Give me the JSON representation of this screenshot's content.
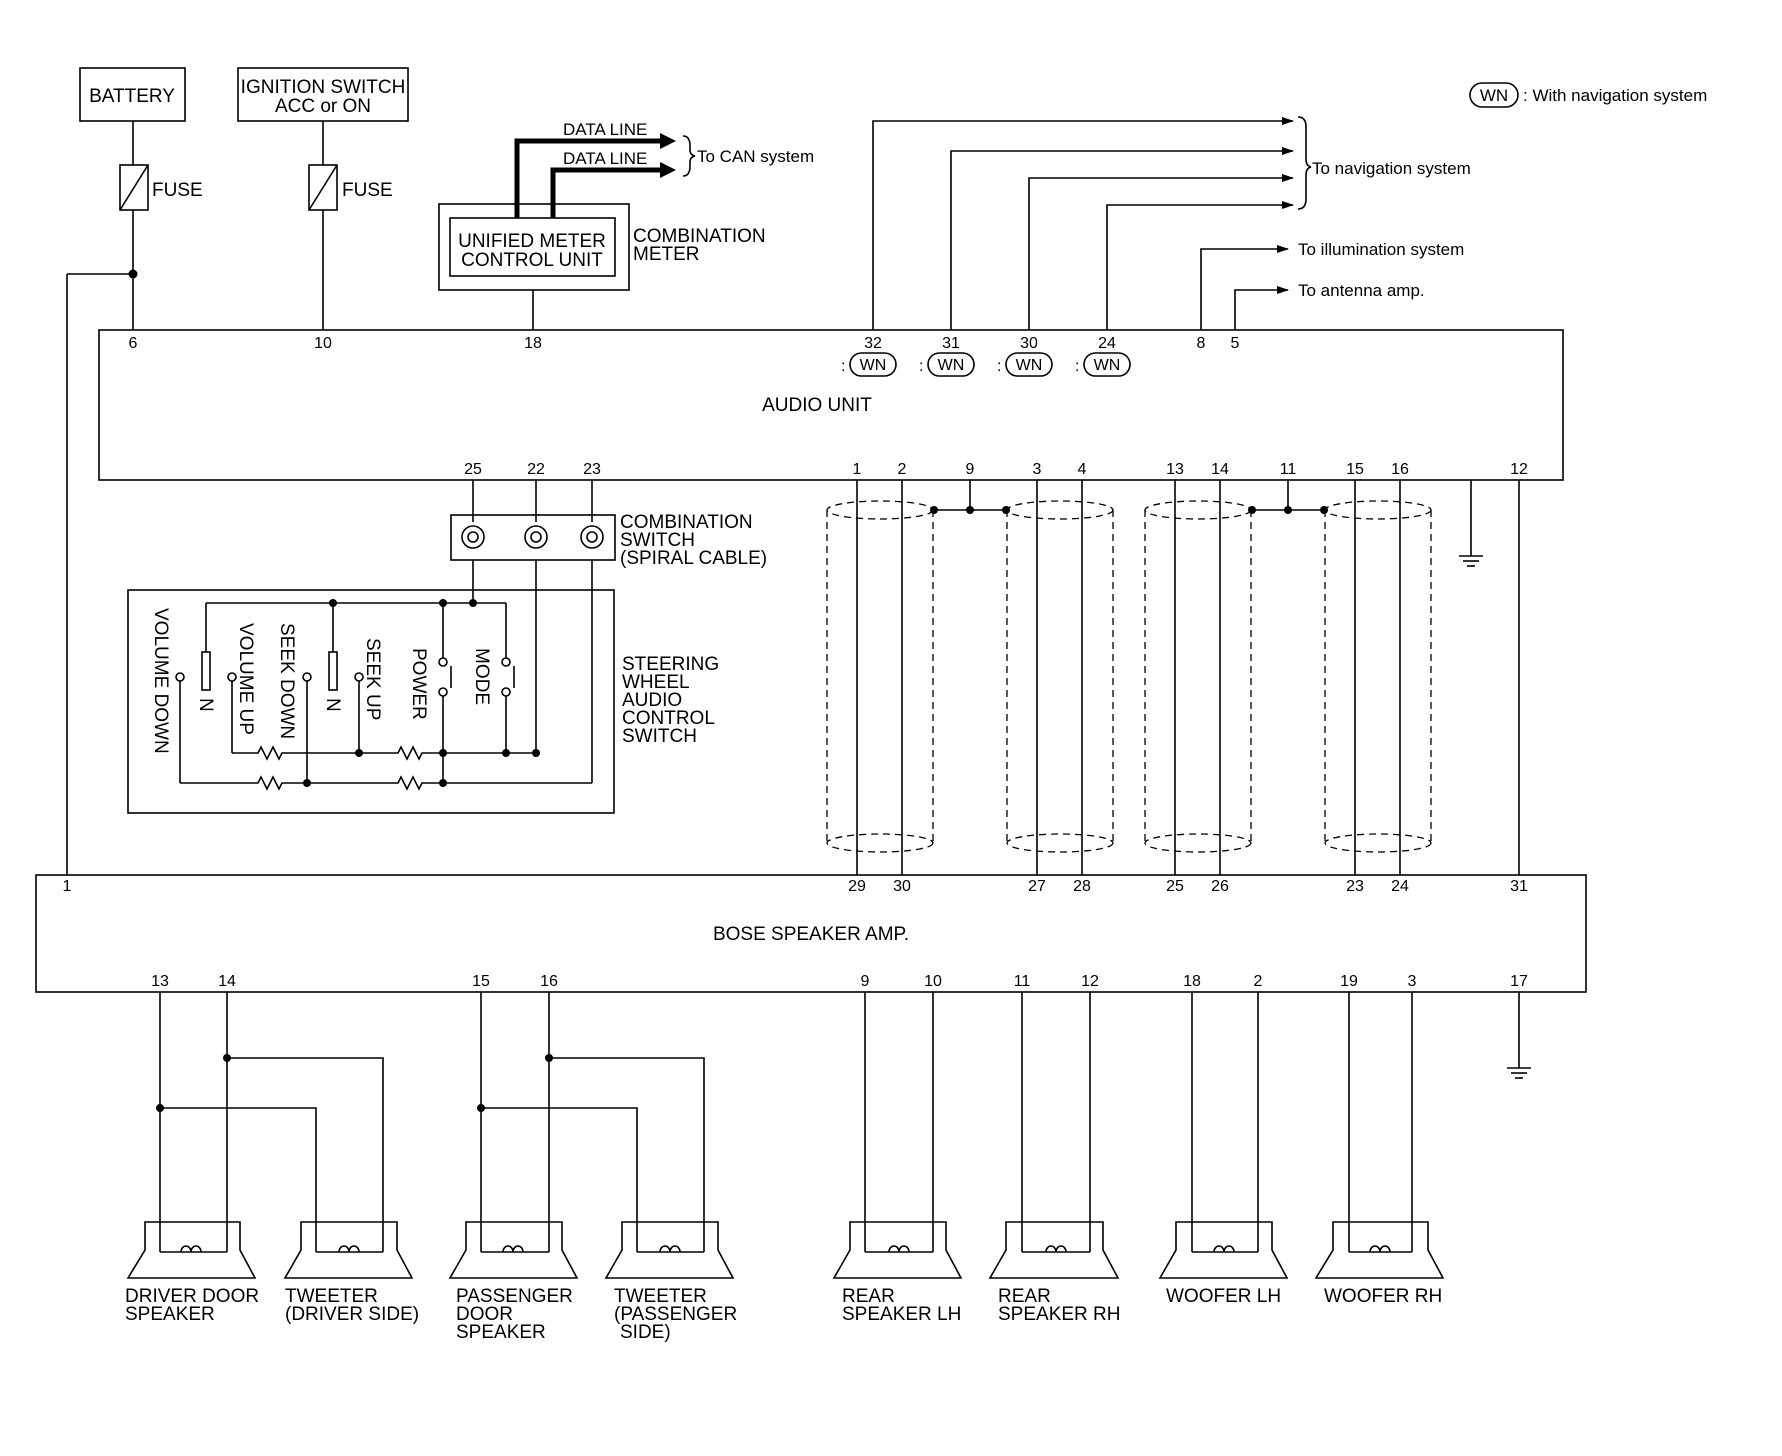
{
  "legend": {
    "badge": "WN",
    "text": ": With navigation system"
  },
  "blocks": {
    "battery": "BATTERY",
    "ignition_line1": "IGNITION SWITCH",
    "ignition_line2": "ACC or ON",
    "fuse": "FUSE",
    "umcu_line1": "UNIFIED METER",
    "umcu_line2": "CONTROL UNIT",
    "combination_meter_line1": "COMBINATION",
    "combination_meter_line2": "METER",
    "data_line": "DATA LINE",
    "to_can": "To CAN system",
    "to_navigation": "To navigation system",
    "to_illumination": "To illumination system",
    "to_antenna": "To antenna amp.",
    "audio_unit": "AUDIO UNIT",
    "combination_switch_line1": "COMBINATION",
    "combination_switch_line2": "SWITCH",
    "combination_switch_line3": "(SPIRAL CABLE)",
    "steering_line1": "STEERING",
    "steering_line2": "WHEEL",
    "steering_line3": "AUDIO",
    "steering_line4": "CONTROL",
    "steering_line5": "SWITCH",
    "bose_amp": "BOSE SPEAKER AMP."
  },
  "switch_labels": {
    "volume_down": "VOLUME DOWN",
    "n1": "N",
    "volume_up": "VOLUME UP",
    "seek_down": "SEEK DOWN",
    "n2": "N",
    "seek_up": "SEEK UP",
    "power": "POWER",
    "mode": "MODE"
  },
  "audio_top_pins": {
    "p6": "6",
    "p10": "10",
    "p18": "18",
    "p32": "32",
    "p31": "31",
    "p30": "30",
    "p24": "24",
    "p8": "8",
    "p5": "5"
  },
  "wn_prefix": ":",
  "audio_bottom_pins": {
    "p25": "25",
    "p22": "22",
    "p23": "23",
    "p1": "1",
    "p2": "2",
    "p9": "9",
    "p3": "3",
    "p4": "4",
    "p13": "13",
    "p14": "14",
    "p11": "11",
    "p15": "15",
    "p16": "16",
    "p12": "12"
  },
  "amp_top_pins": {
    "p1": "1",
    "p29": "29",
    "p30": "30",
    "p27": "27",
    "p28": "28",
    "p25": "25",
    "p26": "26",
    "p23": "23",
    "p24": "24",
    "p31": "31"
  },
  "amp_bottom_pins": {
    "p13": "13",
    "p14": "14",
    "p15": "15",
    "p16": "16",
    "p9": "9",
    "p10": "10",
    "p11": "11",
    "p12": "12",
    "p18": "18",
    "p2": "2",
    "p19": "19",
    "p3": "3",
    "p17": "17"
  },
  "speakers": {
    "driver_door_1": "DRIVER DOOR",
    "driver_door_2": "SPEAKER",
    "tweeter_driver_1": "TWEETER",
    "tweeter_driver_2": "(DRIVER SIDE)",
    "passenger_door_1": "PASSENGER",
    "passenger_door_2": "DOOR",
    "passenger_door_3": "SPEAKER",
    "tweeter_passenger_1": "TWEETER",
    "tweeter_passenger_2": "(PASSENGER",
    "tweeter_passenger_3": "SIDE)",
    "rear_lh_1": "REAR",
    "rear_lh_2": "SPEAKER LH",
    "rear_rh_1": "REAR",
    "rear_rh_2": "SPEAKER RH",
    "woofer_lh": "WOOFER LH",
    "woofer_rh": "WOOFER RH"
  }
}
